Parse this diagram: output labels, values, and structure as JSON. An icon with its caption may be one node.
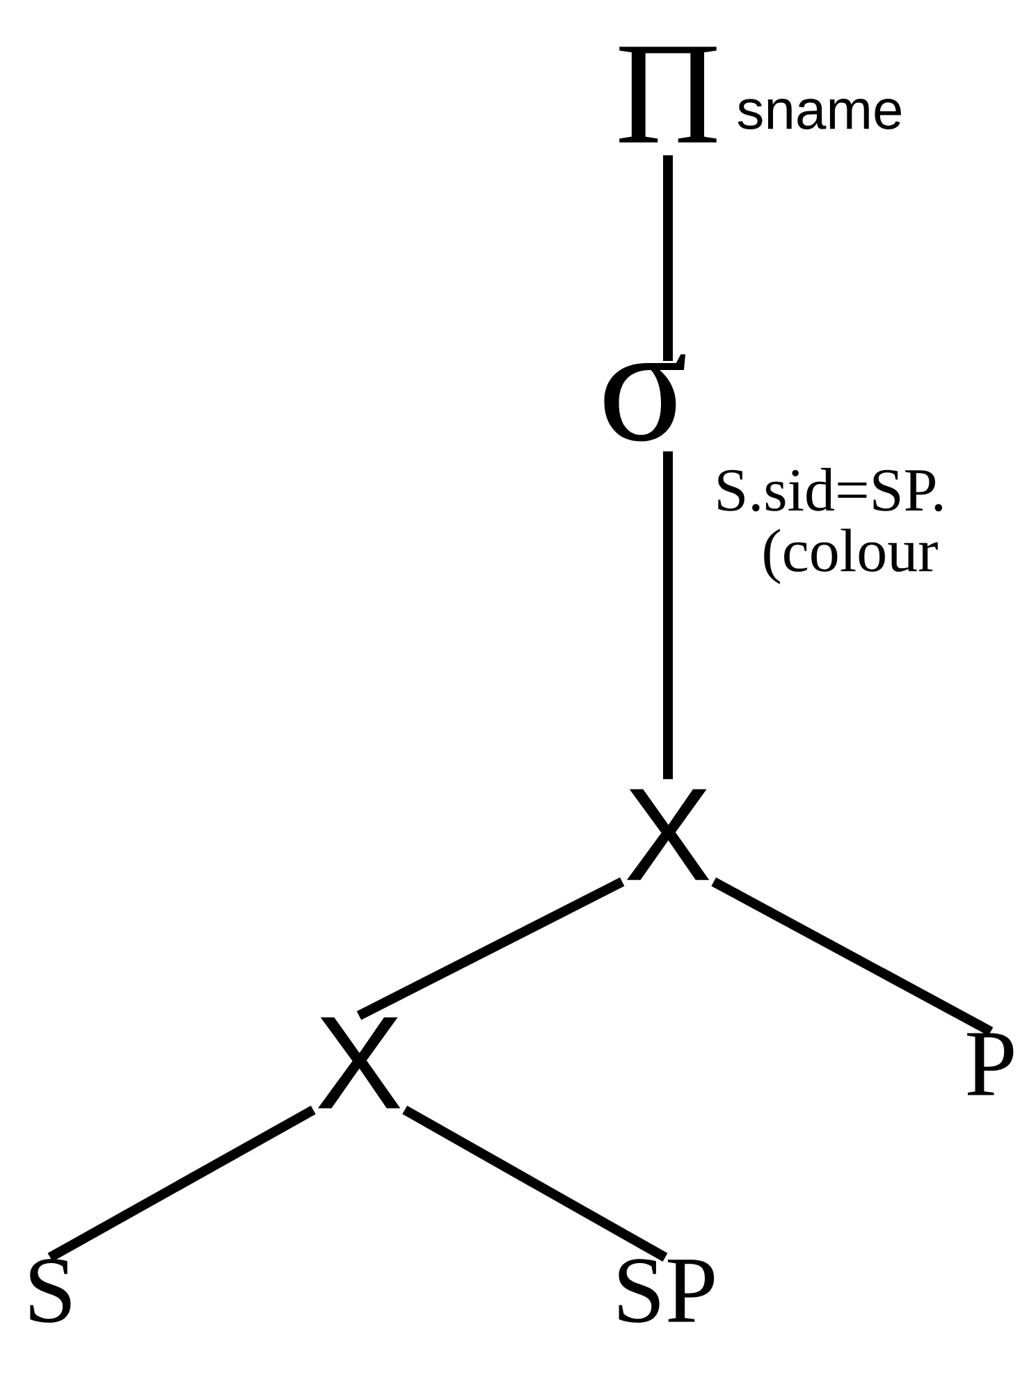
{
  "diagram": {
    "nodes": [
      {
        "text": [
          "Π",
          "sname"
        ]
      },
      {
        "text": [
          "σ",
          "S.sid=SP.",
          "(colour"
        ]
      },
      {
        "text": [
          "X"
        ]
      },
      {
        "text": [
          "X"
        ]
      },
      {
        "text": [
          "P"
        ]
      },
      {
        "text": [
          "S"
        ]
      },
      {
        "text": [
          "SP"
        ]
      }
    ],
    "edges": [
      {
        "from": 0,
        "to": 1,
        "arrow": "none"
      },
      {
        "from": 1,
        "to": 2,
        "arrow": "none"
      },
      {
        "from": 2,
        "to": 3,
        "arrow": "none"
      },
      {
        "from": 2,
        "to": 4,
        "arrow": "none"
      },
      {
        "from": 3,
        "to": 5,
        "arrow": "none"
      },
      {
        "from": 3,
        "to": 6,
        "arrow": "none"
      }
    ]
  }
}
